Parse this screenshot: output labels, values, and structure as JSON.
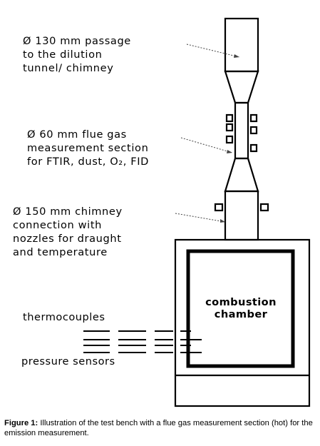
{
  "diagram": {
    "labels": {
      "passage_130": [
        "Ø 130 mm passage",
        "to the dilution",
        "tunnel/ chimney"
      ],
      "section_60": [
        "Ø 60 mm flue gas",
        "measurement section",
        "for FTIR, dust, O₂, FID"
      ],
      "chimney_150": [
        "Ø 150 mm chimney",
        "connection with",
        "nozzles for draught",
        "and temperature"
      ],
      "chamber": [
        "combustion",
        "chamber"
      ],
      "thermocouples": "thermocouples",
      "pressure_sensors": "pressure sensors"
    }
  },
  "caption": {
    "label": "Figure 1:",
    "text": "Illustration of the test bench with a flue gas measurement section (hot) for the emission measurement."
  }
}
